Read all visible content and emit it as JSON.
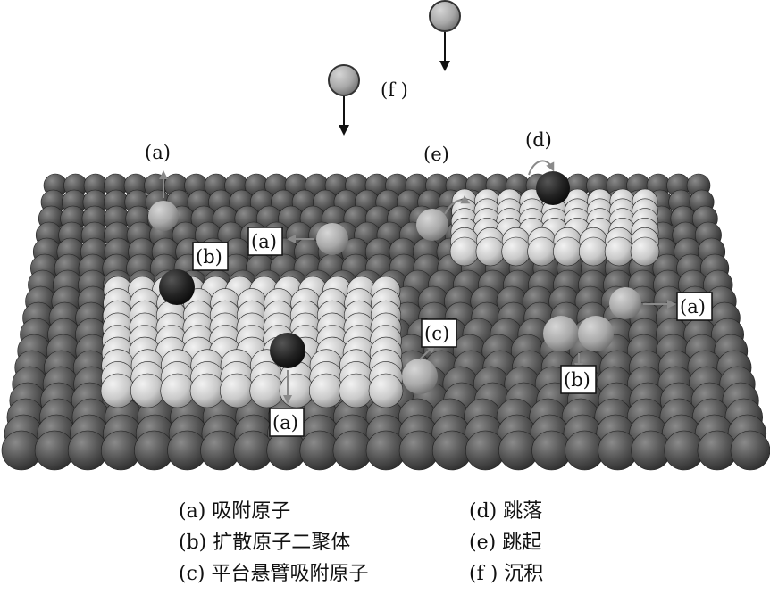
{
  "figure": {
    "label_a": "(a)",
    "label_b": "(b)",
    "label_c": "(c)",
    "label_d": "(d)",
    "label_e": "(e)",
    "label_f": "(f )"
  },
  "legend": {
    "items": [
      "(a) 吸附原子",
      "(b) 扩散原子二聚体",
      "(c) 平台悬臂吸附原子",
      "(d) 跳落",
      "(e) 跳起",
      "(f ) 沉积"
    ]
  },
  "colors": {
    "substrate": "#555555",
    "island": "#c9c9c9",
    "adatom": "#a8a8a8",
    "dark_atom": "#222222"
  }
}
